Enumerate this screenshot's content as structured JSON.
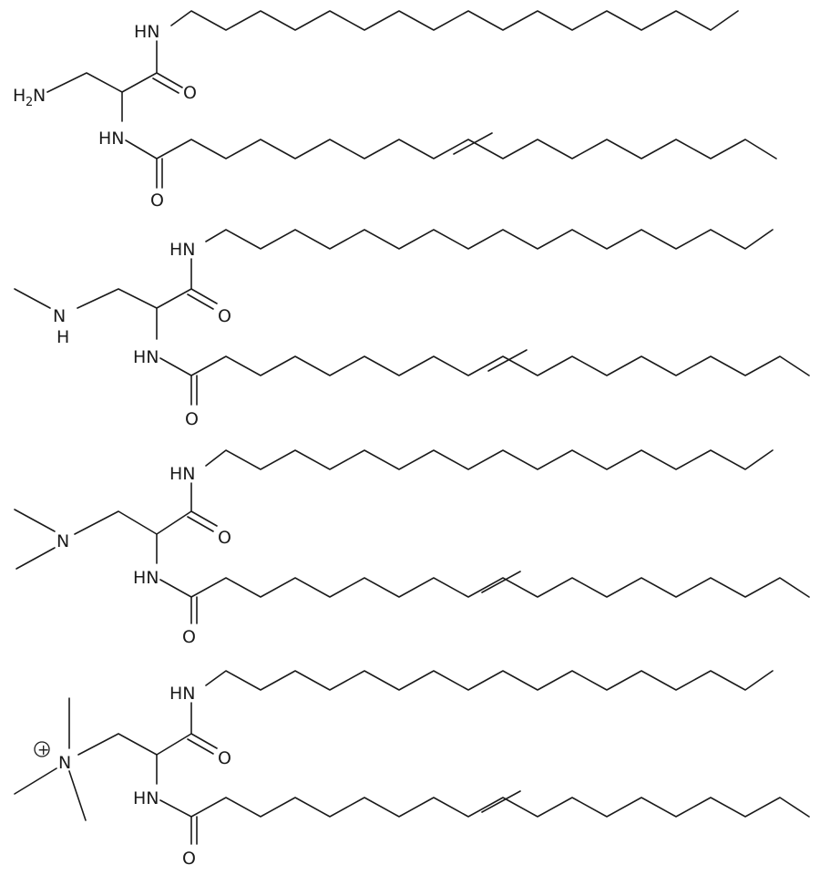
{
  "labels": {
    "nh": "HN",
    "o": "O",
    "h": "H",
    "n": "N",
    "h2n_h": "H",
    "h2n_2": "2",
    "h2n_n": "N",
    "plus": "+"
  },
  "molecules": [
    {
      "id": "primary-amine",
      "head": "NH2"
    },
    {
      "id": "methylamine",
      "head": "NHMe"
    },
    {
      "id": "dimethylamine",
      "head": "NMe2"
    },
    {
      "id": "trimethylammonium",
      "head": "NMe3+"
    }
  ]
}
